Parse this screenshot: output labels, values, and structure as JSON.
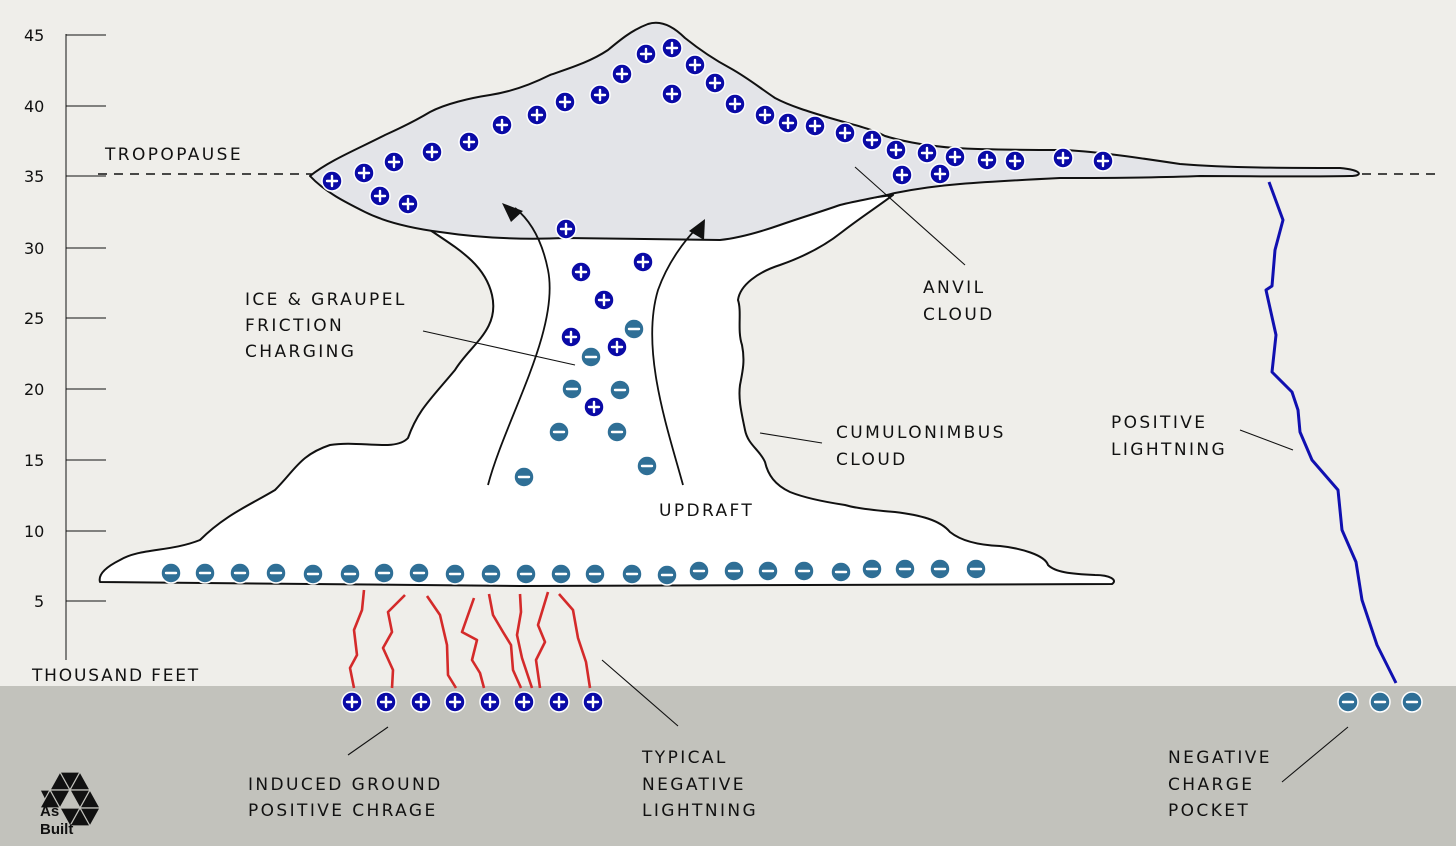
{
  "axis": {
    "unit_label": "THOUSAND FEET",
    "ticks": [
      "45",
      "40",
      "35",
      "30",
      "25",
      "20",
      "15",
      "10",
      "5"
    ]
  },
  "labels": {
    "tropopause": "TROPOPAUSE",
    "friction": [
      "ICE & GRAUPEL",
      "FRICTION",
      "CHARGING"
    ],
    "anvil": [
      "ANVIL",
      "CLOUD"
    ],
    "cumulonimbus": [
      "CUMULONIMBUS",
      "CLOUD"
    ],
    "updraft": "UPDRAFT",
    "positive_lightning": [
      "POSITIVE",
      "LIGHTNING"
    ],
    "induced": [
      "INDUCED GROUND",
      "POSITIVE CHRAGE"
    ],
    "negative_lightning": [
      "TYPICAL",
      "NEGATIVE",
      "LIGHTNING"
    ],
    "pocket": [
      "NEGATIVE",
      "CHARGE",
      "POCKET"
    ]
  },
  "logo": {
    "line1": "As",
    "line2": "Built"
  },
  "colors": {
    "background": "#efeeea",
    "ground": "#c2c2bc",
    "anvil_fill": "#e3e4e8",
    "positive_charge": "#0a0aa6",
    "negative_charge": "#2f6f96",
    "positive_lightning": "#1010b0",
    "negative_lightning": "#d42a2a"
  }
}
